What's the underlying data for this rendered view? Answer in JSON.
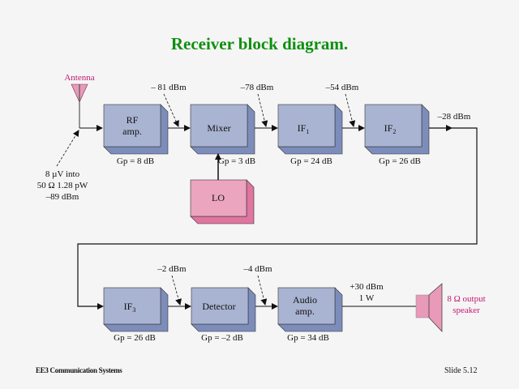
{
  "slide": {
    "title": "Receiver block diagram.",
    "footer_left": "EE3 Communication Systems",
    "footer_right": "Slide 5.12"
  },
  "colors": {
    "title": "#0f8f0f",
    "block_face": "#a9b4d2",
    "block_side": "#7d8dbb",
    "lo_face": "#eba5bf",
    "lo_side": "#e0759f",
    "accent_pink": "#c21a72"
  },
  "antenna": {
    "label": "Antenna",
    "input_note": [
      "8 µV into",
      "50 Ω 1.28 pW",
      "–89 dBm"
    ]
  },
  "blocks": {
    "rf": {
      "line1": "RF",
      "line2": "amp.",
      "gain": "Gp = 8 dB"
    },
    "mixer": {
      "line1": "Mixer",
      "gain": "Gp = 3 dB"
    },
    "if1": {
      "main": "IF",
      "sub": "1",
      "gain": "Gp = 24 dB"
    },
    "if2": {
      "main": "IF",
      "sub": "2",
      "gain": "Gp = 26 dB"
    },
    "lo": {
      "line1": "LO"
    },
    "if3": {
      "main": "IF",
      "sub": "3",
      "gain": "Gp = 26 dB"
    },
    "detector": {
      "line1": "Detector",
      "gain": "Gp = –2 dB"
    },
    "audio": {
      "line1": "Audio",
      "line2": "amp.",
      "gain": "Gp = 34 dB"
    }
  },
  "levels": {
    "after_rf": "– 81 dBm",
    "after_mixer": "–78 dBm",
    "after_if1": "–54 dBm",
    "after_if2": "–28 dBm",
    "after_if3": "–2 dBm",
    "after_detector": "–4 dBm",
    "output_dbm": "+30 dBm",
    "output_w": "1 W"
  },
  "speaker": {
    "line1": "8 Ω output",
    "line2": "speaker"
  }
}
